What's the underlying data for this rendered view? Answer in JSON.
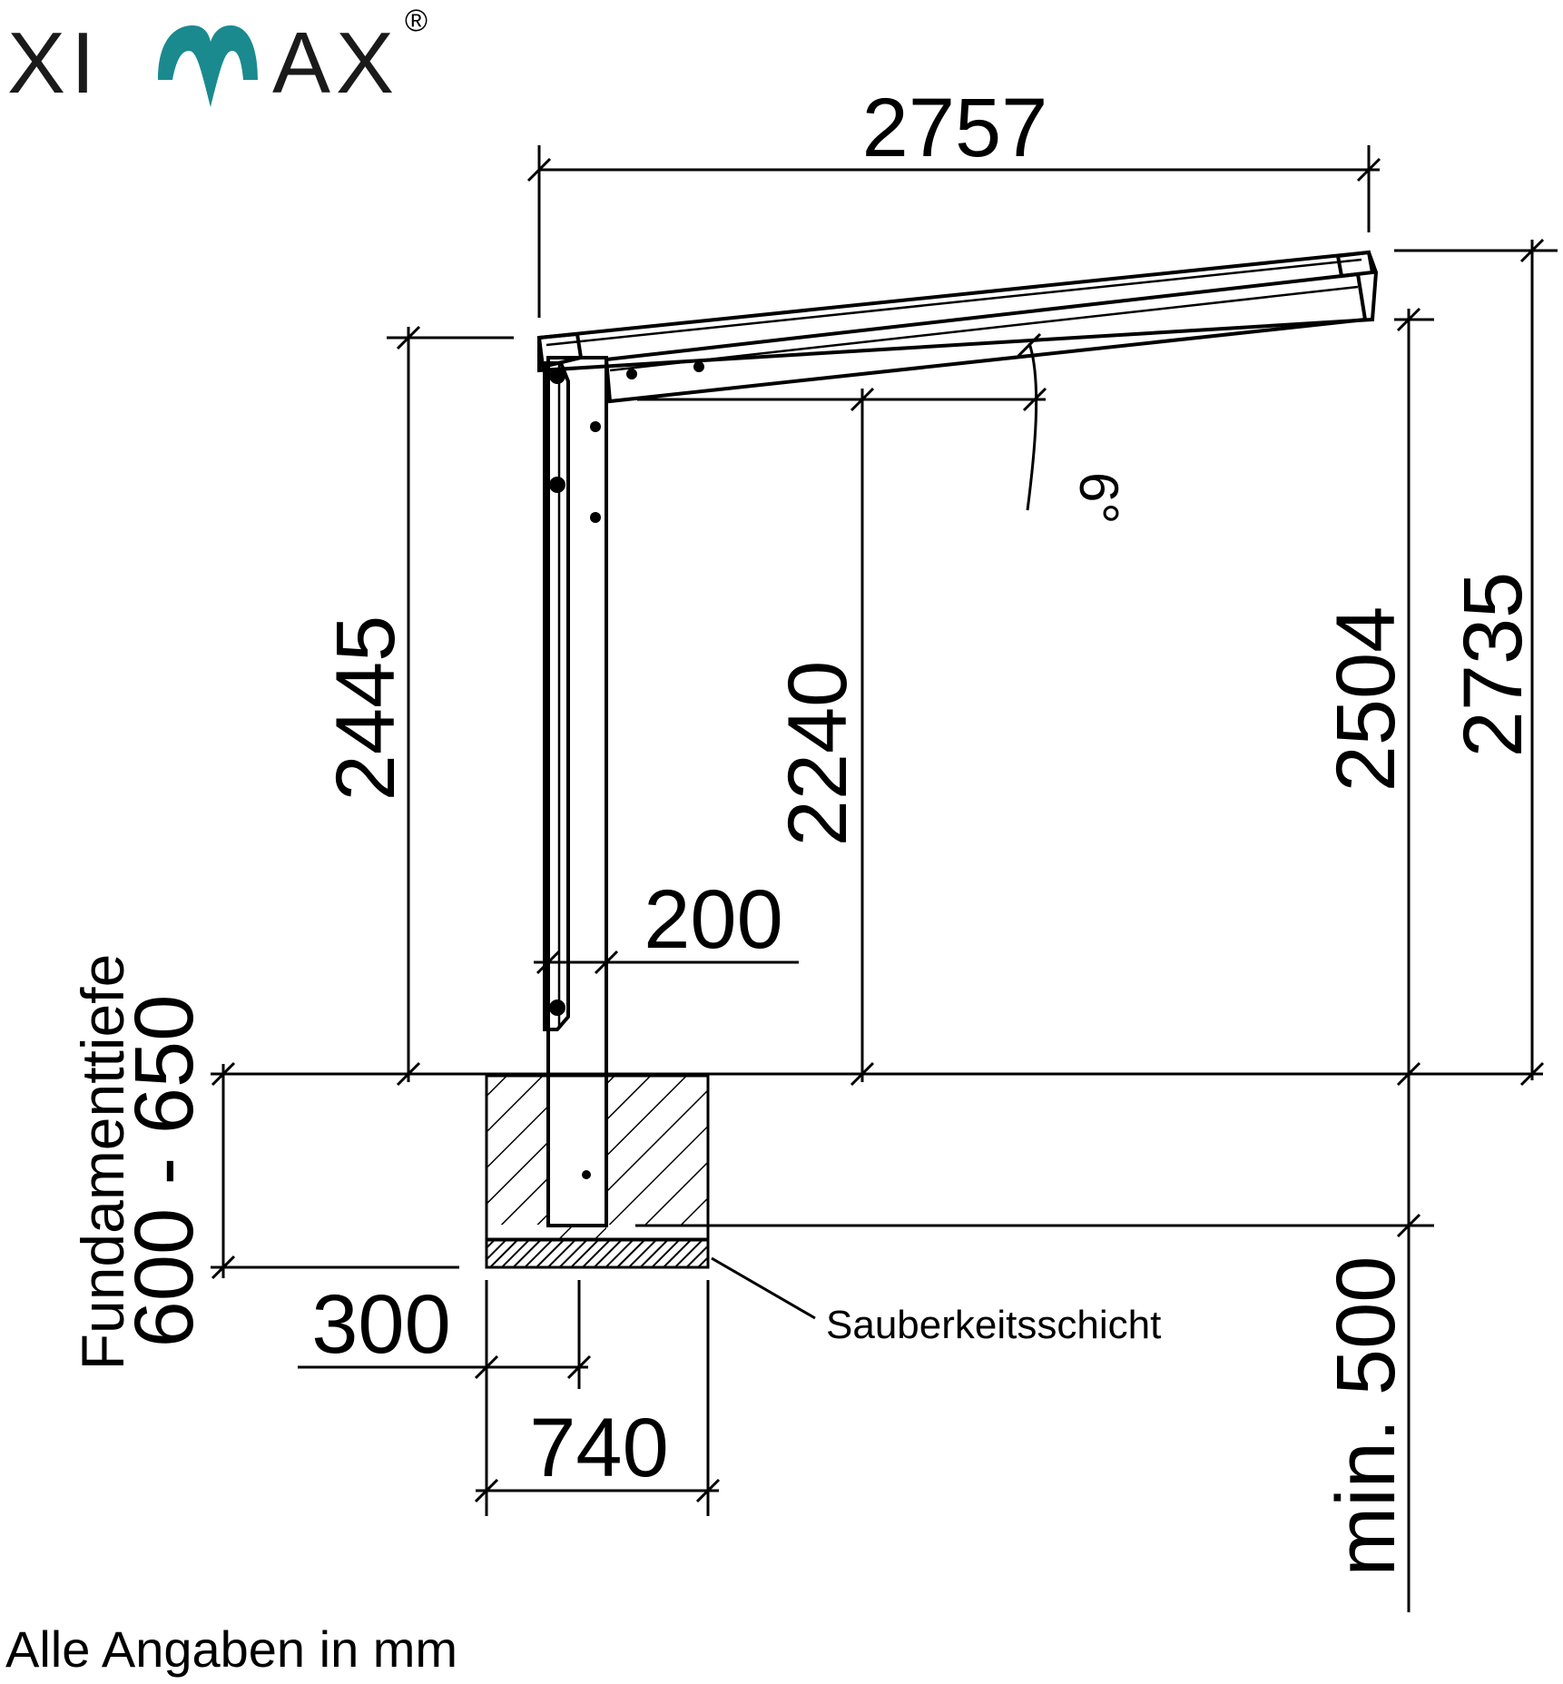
{
  "brand": {
    "name_left": "XI",
    "name_right": "AX",
    "registered": "®",
    "accent_color": "#1a8a8f"
  },
  "dimensions": {
    "roof_length": "2757",
    "roof_height_high": "2735",
    "post_height_front": "2445",
    "clear_height": "2240",
    "height_back": "2504",
    "post_width": "200",
    "roof_angle": "6°",
    "foundation_width": "740",
    "post_offset": "300",
    "foundation_depth_range": "600 - 650",
    "min_depth": "min. 500"
  },
  "labels": {
    "foundation_depth": "Fundamenttiefe",
    "cleanliness_layer": "Sauberkeitsschicht",
    "units_note": "Alle Angaben in mm"
  }
}
